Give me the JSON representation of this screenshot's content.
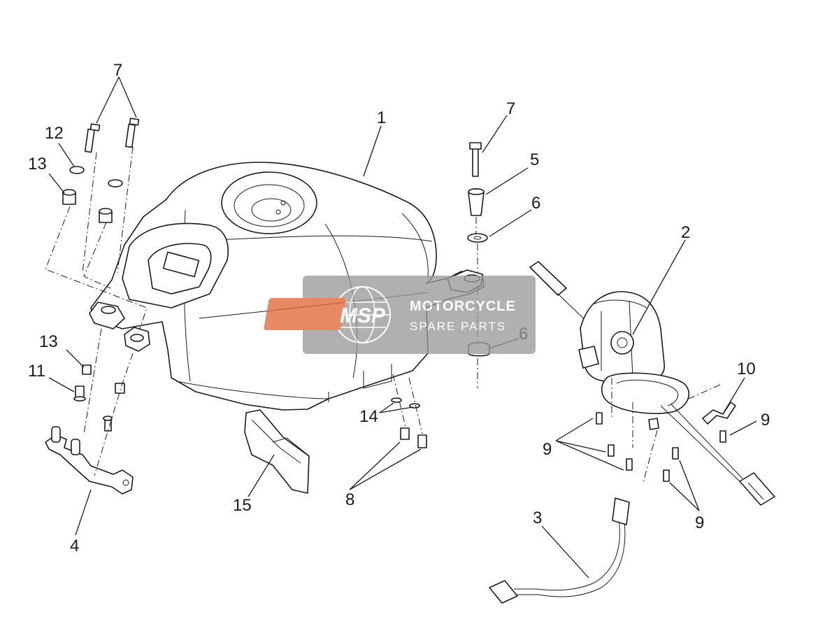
{
  "watermark": {
    "badge_text": "MSP",
    "line1": "MOTORCYCLE",
    "line2": "SPARE PARTS",
    "badge_color": "#e06a3c",
    "panel_color": "#9a9a9a"
  },
  "callouts": {
    "c1": "1",
    "c2": "2",
    "c3": "3",
    "c4": "4",
    "c5": "5",
    "c6a": "6",
    "c6b": "6",
    "c7a": "7",
    "c7b": "7",
    "c8": "8",
    "c9a": "9",
    "c9b": "9",
    "c9c": "9",
    "c10": "10",
    "c11": "11",
    "c12": "12",
    "c13a": "13",
    "c13b": "13",
    "c14": "14",
    "c15": "15"
  }
}
